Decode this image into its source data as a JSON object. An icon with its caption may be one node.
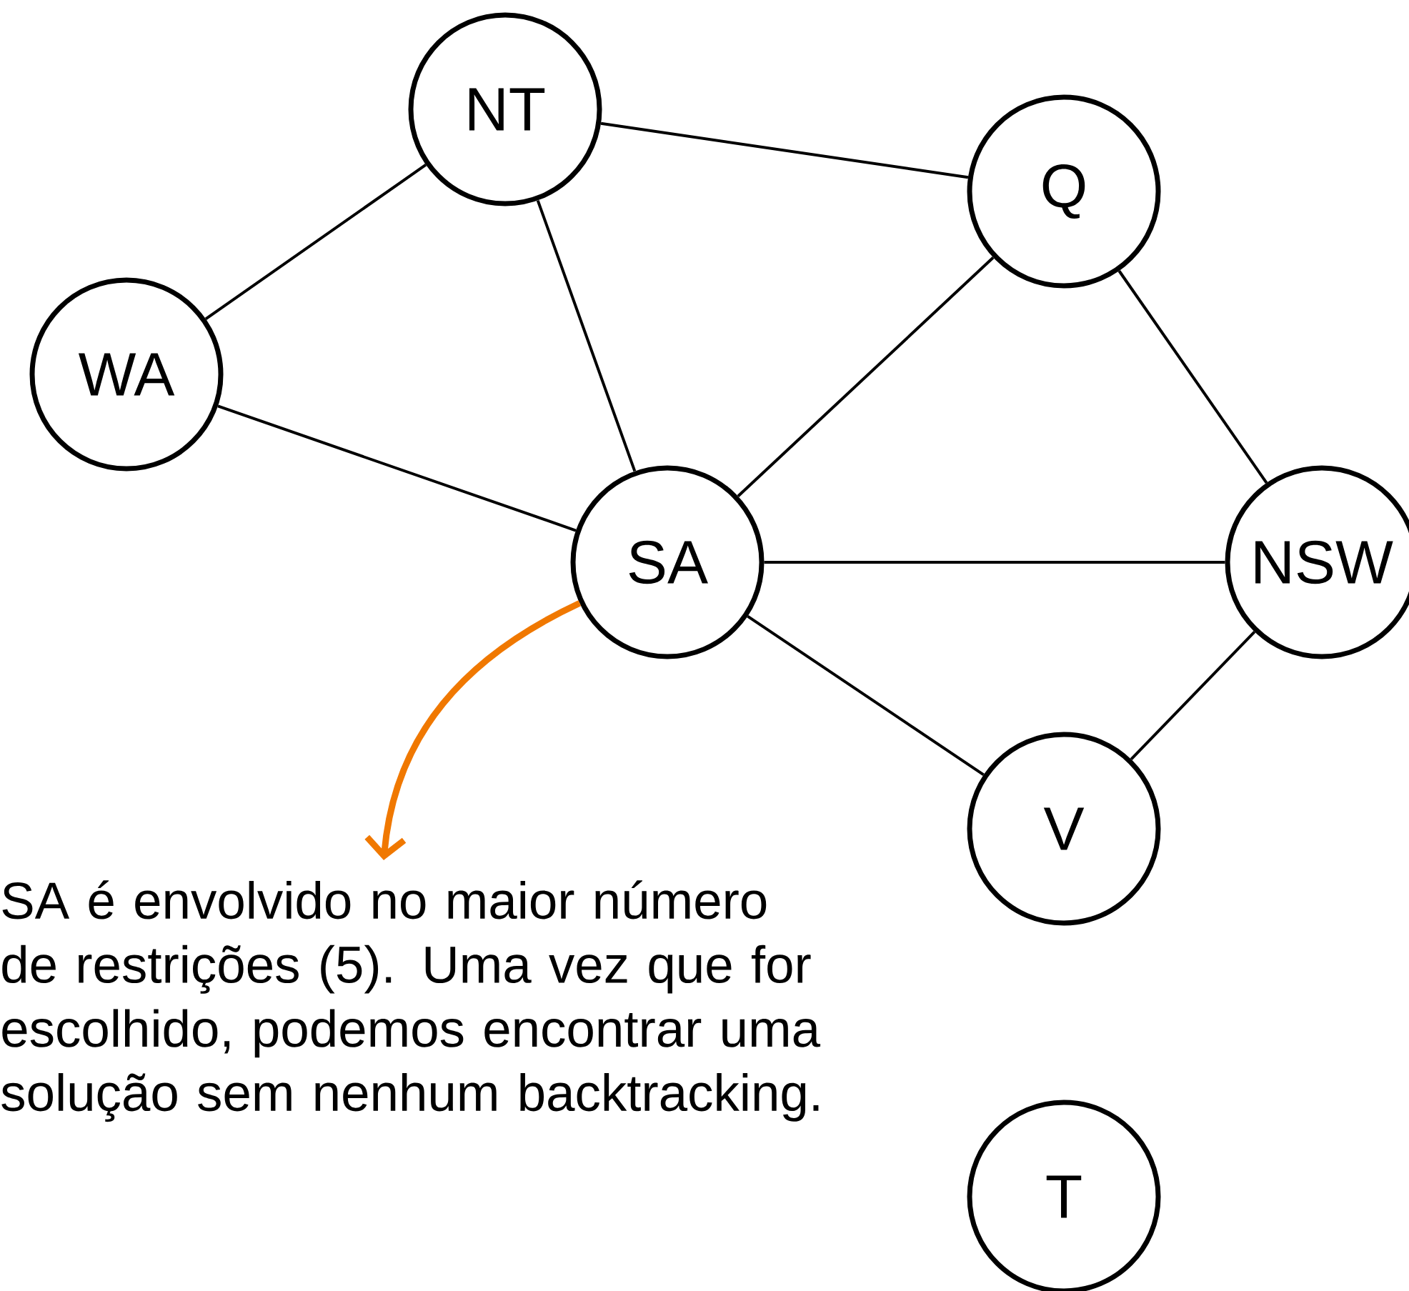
{
  "diagram": {
    "nodes": [
      {
        "text": [
          "NT"
        ]
      },
      {
        "text": [
          "Q"
        ]
      },
      {
        "text": [
          "WA"
        ]
      },
      {
        "text": [
          "SA"
        ]
      },
      {
        "text": [
          "NSW"
        ]
      },
      {
        "text": [
          "V"
        ]
      },
      {
        "text": [
          "SA é envolvido no maior número de restrições (5). Uma vez que for escolhido, podemos encontrar uma solução sem nenhum backtracking."
        ]
      },
      {
        "text": [
          "T"
        ]
      }
    ],
    "edges": [
      {
        "from": 0,
        "to": 2,
        "arrow": "none"
      },
      {
        "from": 0,
        "to": 1,
        "arrow": "none"
      },
      {
        "from": 0,
        "to": 3,
        "arrow": "none"
      },
      {
        "from": 2,
        "to": 3,
        "arrow": "none"
      },
      {
        "from": 1,
        "to": 3,
        "arrow": "none"
      },
      {
        "from": 1,
        "to": 4,
        "arrow": "none"
      },
      {
        "from": 3,
        "to": 4,
        "arrow": "none"
      },
      {
        "from": 3,
        "to": 5,
        "arrow": "none"
      },
      {
        "from": 4,
        "to": 5,
        "arrow": "none"
      },
      {
        "from": 3,
        "to": 6,
        "arrow": "to",
        "style": "thick",
        "color": "#f07800"
      }
    ]
  }
}
